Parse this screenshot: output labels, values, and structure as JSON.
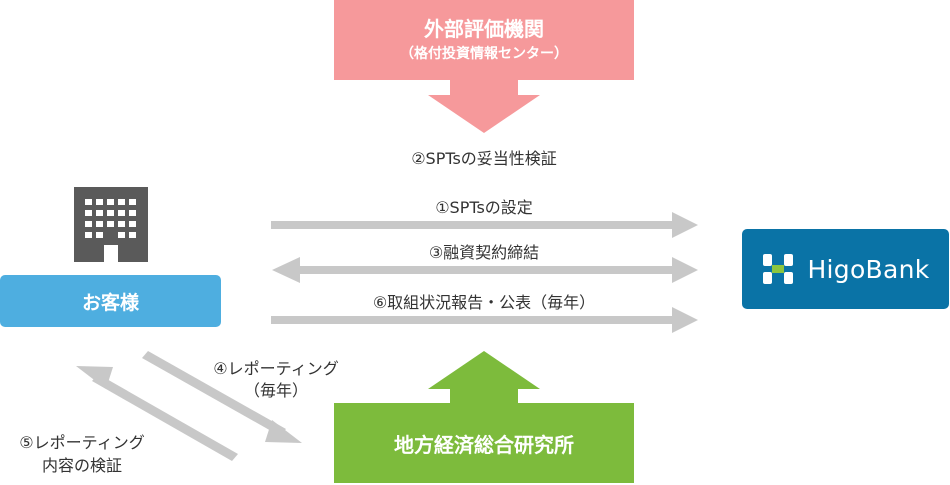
{
  "external": {
    "title": "外部評価機関",
    "subtitle": "（格付投資情報センター）"
  },
  "customer": {
    "label": "お客様"
  },
  "institute": {
    "label": "地方経済総合研究所"
  },
  "bank": {
    "name": "HigoBank"
  },
  "flows": {
    "verify": "②SPTsの妥当性検証",
    "setting": "①SPTsの設定",
    "financing": "③融資契約締結",
    "report_public": "⑥取組状況報告・公表（毎年）",
    "reporting_line1": "④レポーティング",
    "reporting_line2": "（毎年）",
    "verify_content_line1": "⑤レポーティング",
    "verify_content_line2": "内容の検証"
  },
  "colors": {
    "external": "#f6999b",
    "customer": "#4eaee0",
    "institute": "#7dbb3c",
    "bank": "#0a73a6",
    "arrow_gray": "#c8c8c8"
  },
  "icons": {
    "building": "building-icon",
    "bank_logo": "higobank-logo-icon"
  }
}
